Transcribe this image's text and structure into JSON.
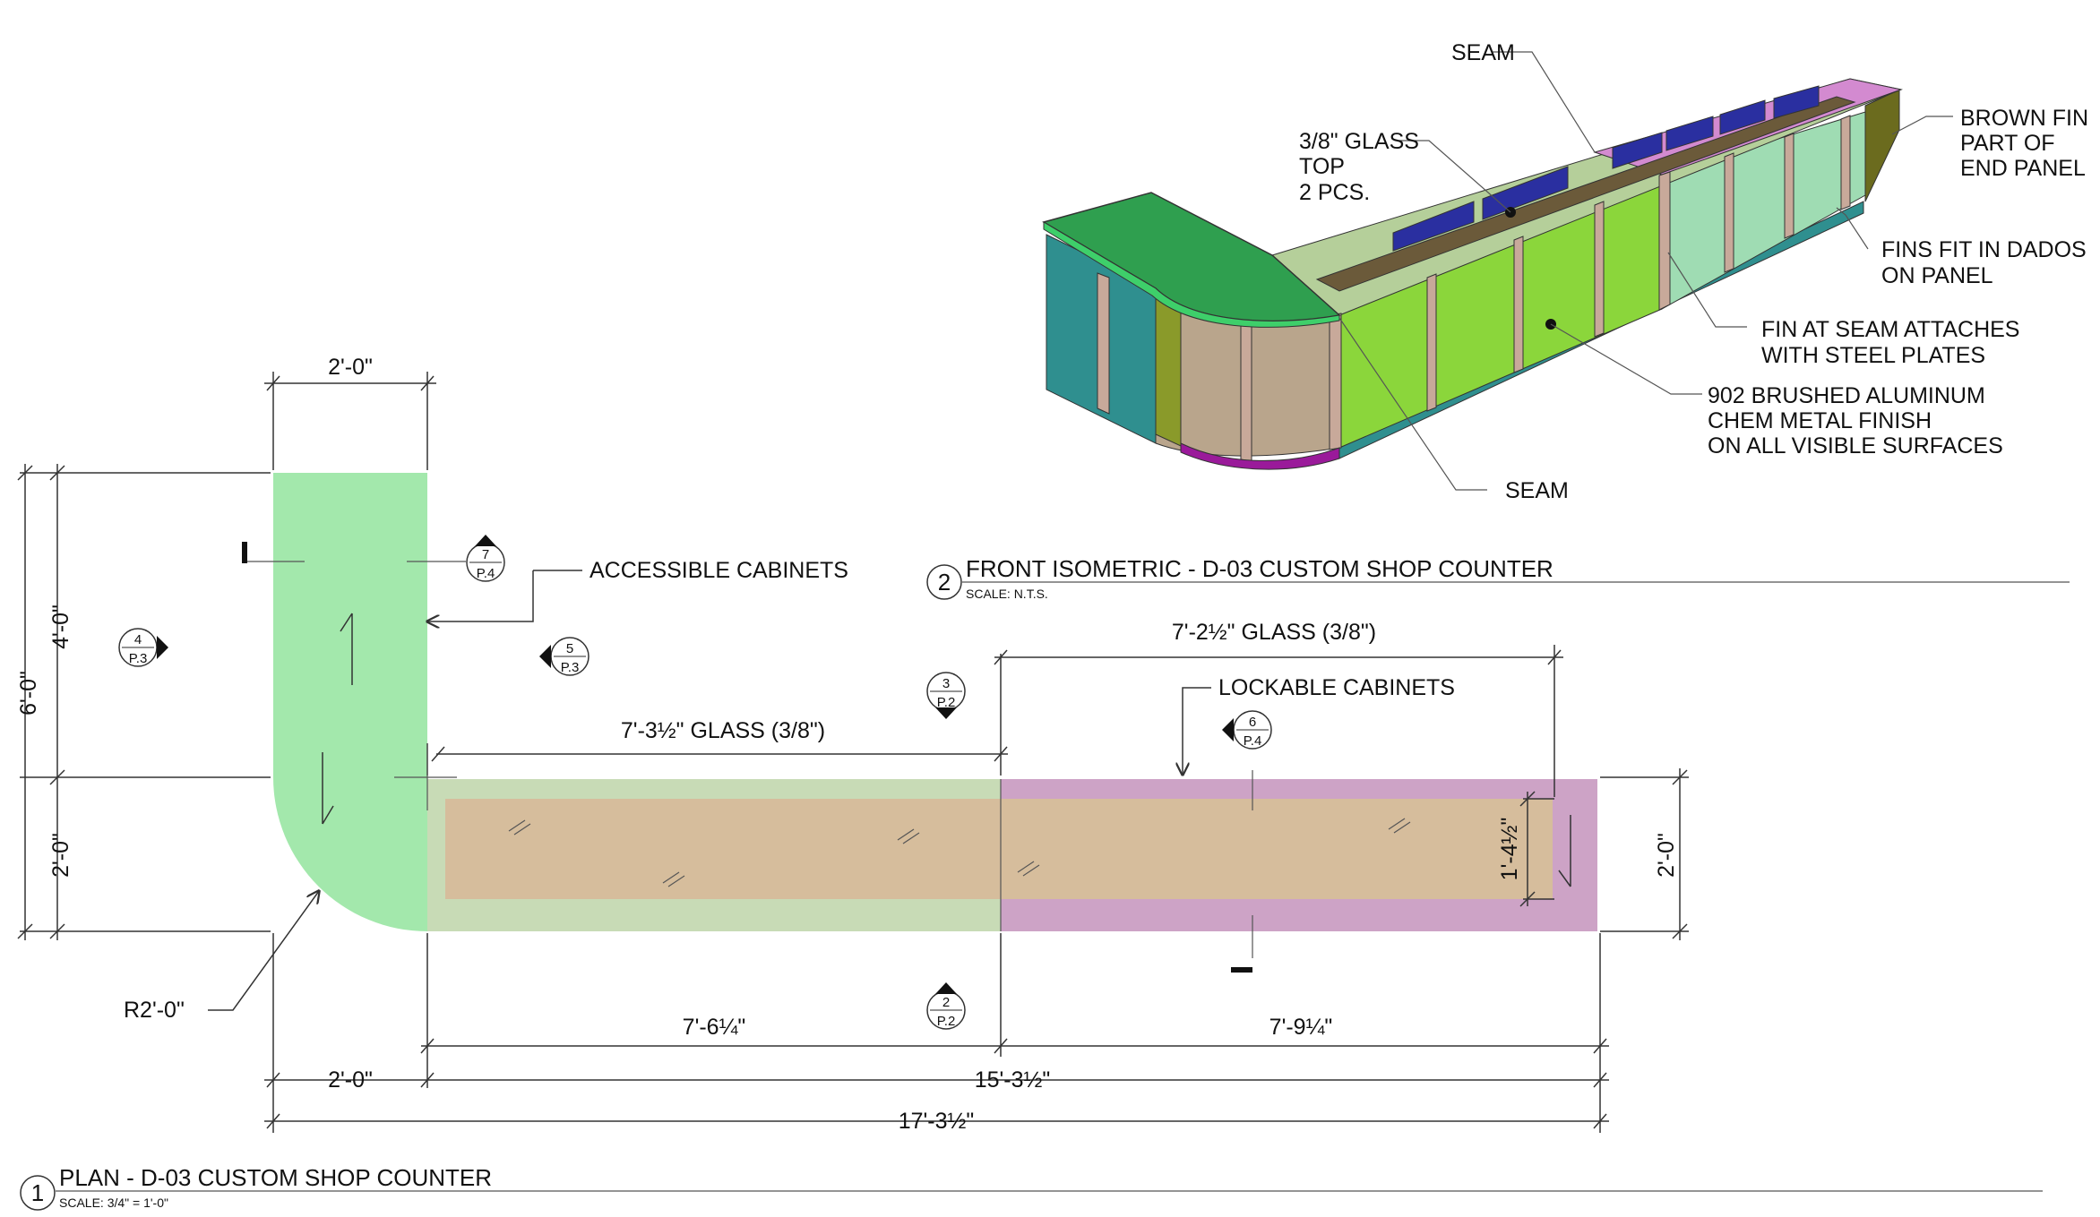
{
  "plan": {
    "dims": {
      "top_width": "2'-0\"",
      "left_4ft": "4'-0\"",
      "left_6ft": "6'-0\"",
      "left_2ft": "2'-0\"",
      "right_2ft": "2'-0\"",
      "inner_height": "1'-4½\"",
      "glass_left": "7'-3½\" GLASS (3/8\")",
      "glass_right": "7'-2½\" GLASS (3/8\")",
      "bottom_left_run": "7'-6¼\"",
      "bottom_right_run": "7'-9¼\"",
      "bottom_2ft": "2'-0\"",
      "bottom_15ft": "15'-3½\"",
      "bottom_17ft": "17'-3½\""
    },
    "notes": {
      "accessible": "ACCESSIBLE CABINETS",
      "lockable": "LOCKABLE CABINETS",
      "radius": "R2'-0\""
    },
    "tags": [
      {
        "num": "7",
        "sheet": "P.4"
      },
      {
        "num": "4",
        "sheet": "P.3"
      },
      {
        "num": "5",
        "sheet": "P.3"
      },
      {
        "num": "3",
        "sheet": "P.2"
      },
      {
        "num": "6",
        "sheet": "P.4"
      },
      {
        "num": "2",
        "sheet": "P.2"
      }
    ],
    "title": {
      "number": "1",
      "text": "PLAN -  D-03 CUSTOM SHOP COUNTER",
      "scale": "SCALE: 3/4\" = 1'-0\""
    }
  },
  "iso": {
    "notes": {
      "seam_top": "SEAM",
      "glass_l1": "3/8\" GLASS",
      "glass_l2": "TOP",
      "glass_l3": "2 PCS.",
      "fin_l1": "BROWN FIN",
      "fin_l2": "PART OF",
      "fin_l3": "END PANEL",
      "dado_l1": "FINS FIT IN DADOS",
      "dado_l2": "ON PANEL",
      "steel_l1": "FIN AT SEAM ATTACHES",
      "steel_l2": "WITH STEEL PLATES",
      "alum_l1": "902 BRUSHED ALUMINUM",
      "alum_l2": "CHEM METAL FINISH",
      "alum_l3": "ON ALL VISIBLE SURFACES",
      "seam_bottom": "SEAM"
    },
    "title": {
      "number": "2",
      "text": "FRONT ISOMETRIC - D-03 CUSTOM SHOP COUNTER",
      "scale": "SCALE: N.T.S."
    }
  },
  "colors": {
    "accessible_fill": "#a3e8ac",
    "left_run_fill": "#c8dbb6",
    "right_run_fill": "#cda3c6",
    "glass_fill": "#d6bd9c",
    "iso_green": "#8bd63b",
    "iso_teal": "#2f8f8f",
    "iso_pale": "#9fdcb3",
    "iso_pink": "#d38ad0",
    "iso_blue": "#2a2fa0",
    "iso_top": "#2f9f4f",
    "iso_purple": "#9a1a9a",
    "iso_tan": "#b9a58c"
  }
}
